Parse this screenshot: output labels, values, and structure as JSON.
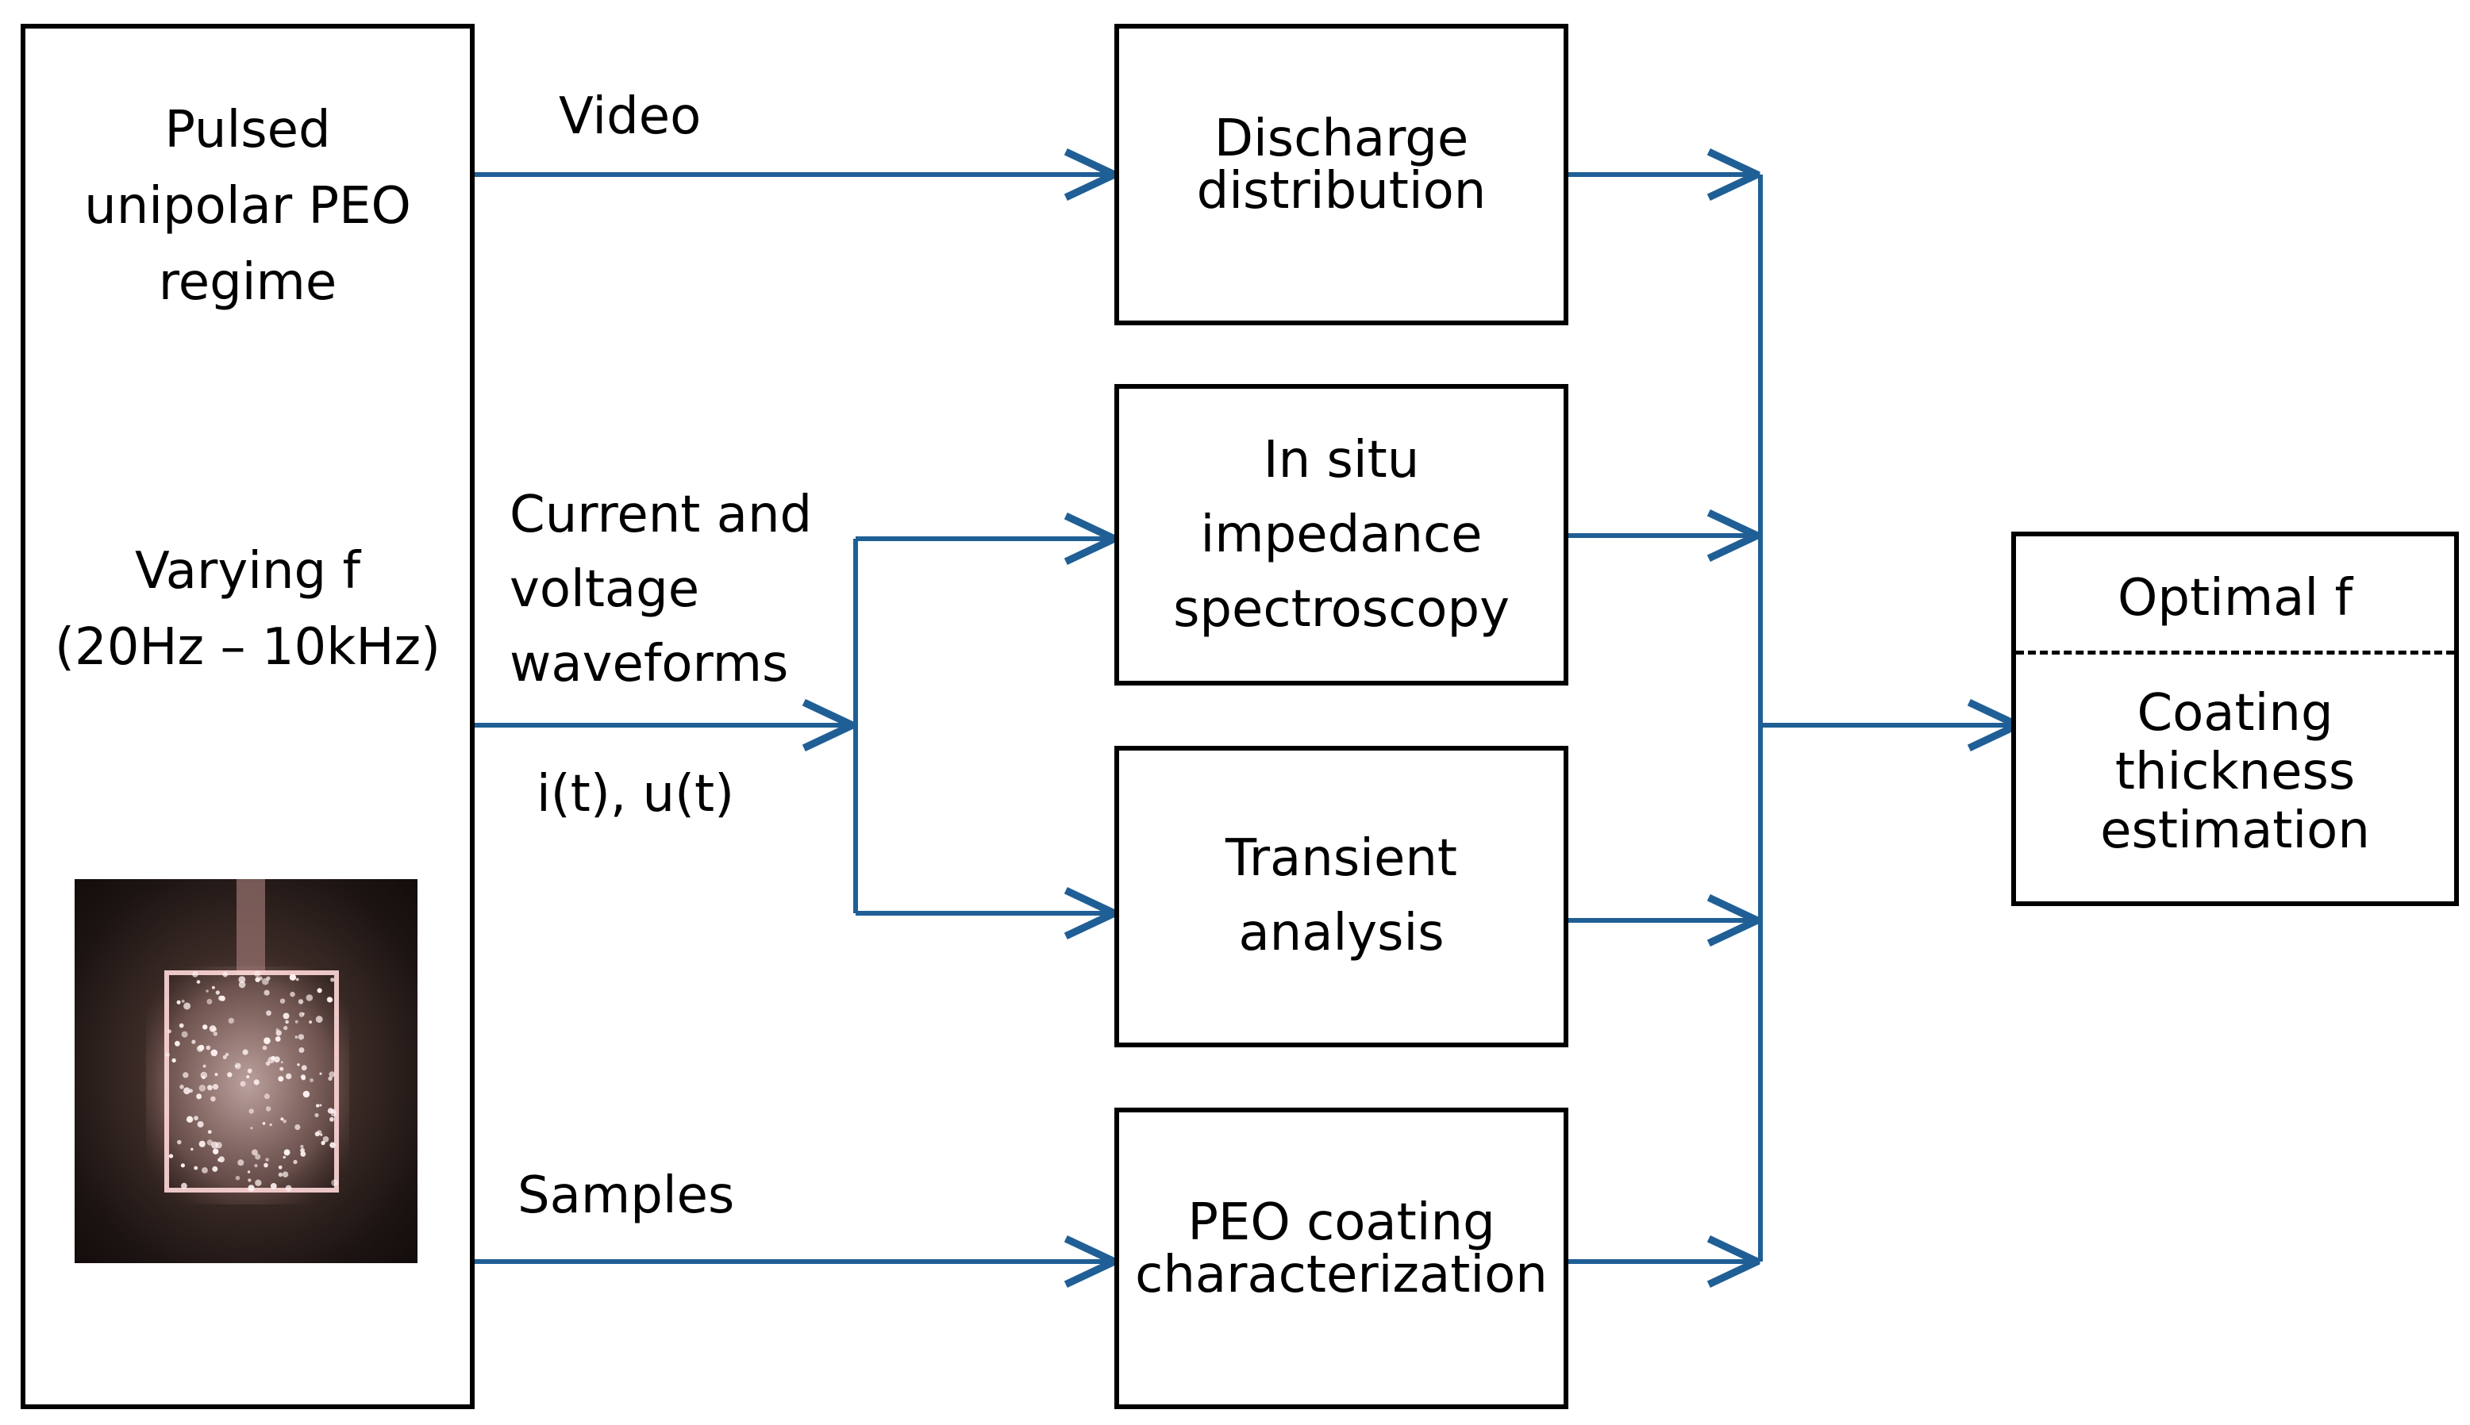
{
  "diagram": {
    "left_panel": {
      "title_lines": [
        "Pulsed",
        "unipolar PEO",
        "regime"
      ],
      "param_lines": [
        "Varying f",
        "(20Hz – 10kHz)"
      ],
      "photo": "discharge-photo"
    },
    "inputs": {
      "video": "Video",
      "waveforms_lines": [
        "Current and",
        "voltage",
        "waveforms"
      ],
      "waveforms_symbols": "i(t), u(t)",
      "samples": "Samples"
    },
    "methods": {
      "discharge": [
        "Discharge",
        "distribution"
      ],
      "impedance": [
        "In situ",
        "impedance",
        "spectroscopy"
      ],
      "transient": [
        "Transient",
        "analysis"
      ],
      "coating": [
        "PEO coating",
        "characterization"
      ]
    },
    "output": {
      "top": "Optimal f",
      "bottom_lines": [
        "Coating",
        "thickness",
        "estimation"
      ]
    },
    "colors": {
      "arrow": "#1f5f96",
      "border": "#000000"
    }
  }
}
